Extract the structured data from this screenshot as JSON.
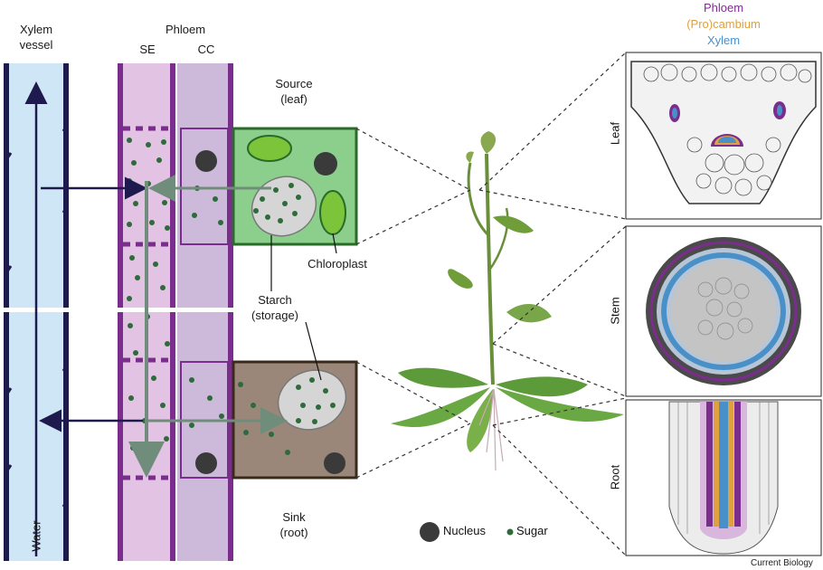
{
  "labels": {
    "xylem_vessel_line1": "Xylem",
    "xylem_vessel_line2": "vessel",
    "phloem": "Phloem",
    "se": "SE",
    "cc": "CC",
    "source_line1": "Source",
    "source_line2": "(leaf)",
    "chloroplast": "Chloroplast",
    "starch_line1": "Starch",
    "starch_line2": "(storage)",
    "sink_line1": "Sink",
    "sink_line2": "(root)",
    "water": "Water",
    "leaf": "Leaf",
    "stem": "Stem",
    "root": "Root",
    "credit": "Current Biology"
  },
  "key": {
    "phloem": "Phloem",
    "procambium": "(Pro)cambium",
    "xylem": "Xylem"
  },
  "legend": {
    "nucleus": "Nucleus",
    "sugar": "Sugar"
  },
  "colors": {
    "phloem": "#7b2d8e",
    "procambium": "#e0a040",
    "xylem": "#4a90c8",
    "xylem_fill": "#cfe6f7",
    "se_fill": "#e2c3e3",
    "cc_fill": "#cdbadb",
    "source_fill": "#8ccf8c",
    "sink_fill": "#9a8779",
    "sugar": "#2e6b3a",
    "nucleus": "#3a3a3a"
  }
}
